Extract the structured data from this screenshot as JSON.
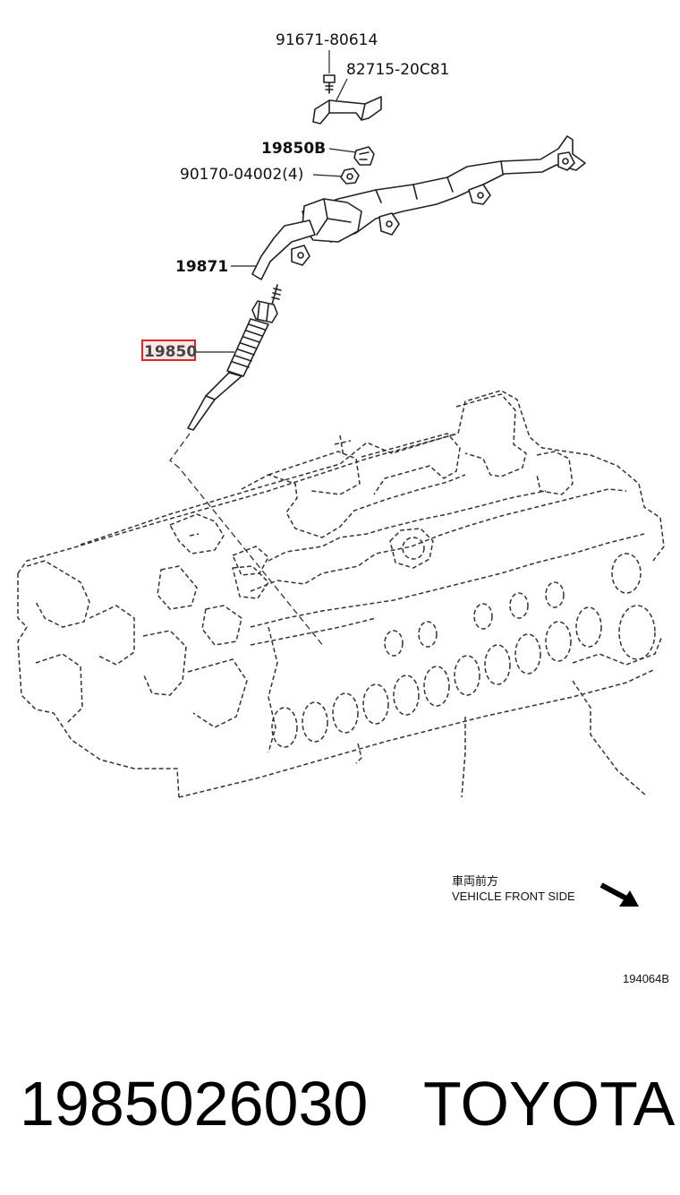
{
  "callouts": {
    "bolt": "91671-80614",
    "bracket": "82715-20C81",
    "connector": "19850B",
    "nut": "90170-04002(4)",
    "wire": "19871",
    "glow_plug": "19850"
  },
  "direction_note": {
    "japanese": "車両前方",
    "english": "VEHICLE FRONT SIDE"
  },
  "figure_code": "194064B",
  "footer": {
    "part_number": "1985026030",
    "brand": "TOYOTA"
  },
  "colors": {
    "highlight_box": "#e0242c"
  }
}
